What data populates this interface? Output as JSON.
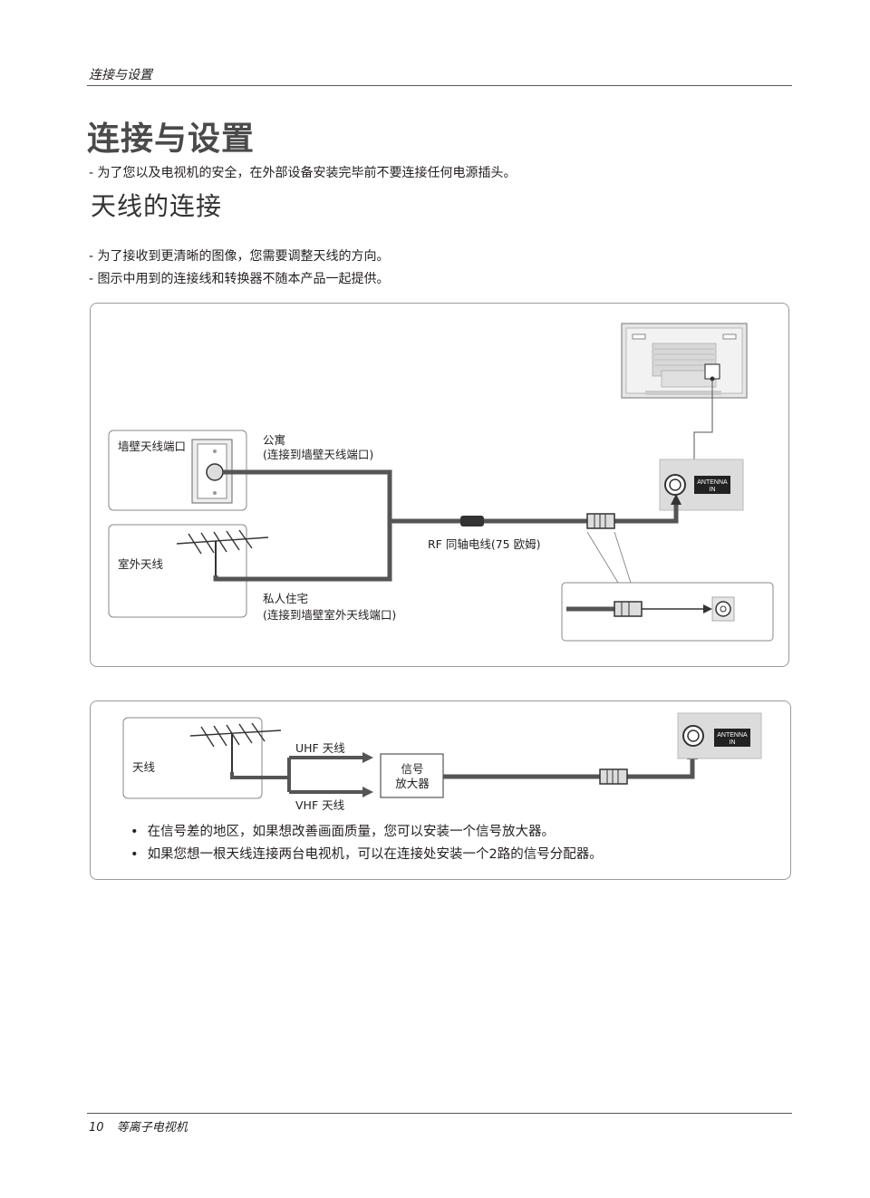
{
  "header": {
    "section_label": "连接与设置"
  },
  "title": "连接与设置",
  "safety_note": "‑ 为了您以及电视机的安全，在外部设备安装完毕前不要连接任何电源插头。",
  "subtitle": "天线的连接",
  "notes": [
    "‑ 为了接收到更清晰的图像，您需要调整天线的方向。",
    "‑ 图示中用到的连接线和转换器不随本产品一起提供。"
  ],
  "diagram1": {
    "wall_jack_label": "墙壁天线端口",
    "apartment_label": "公寓",
    "apartment_note": "(连接到墙壁天线端口)",
    "outdoor_antenna_label": "室外天线",
    "cable_label": "RF 同轴电线(75 欧姆)",
    "house_label": "私人住宅",
    "house_note": "(连接到墙壁室外天线端口)",
    "port_label_line1": "ANTENNA",
    "port_label_line2": "IN"
  },
  "diagram2": {
    "antenna_label": "天线",
    "uhf_label": "UHF 天线",
    "vhf_label": "VHF 天线",
    "amplifier_line1": "信号",
    "amplifier_line2": "放大器",
    "port_label_line1": "ANTENNA",
    "port_label_line2": "IN",
    "bullets": [
      "在信号差的地区，如果想改善画面质量，您可以安装一个信号放大器。",
      "如果您想一根天线连接两台电视机，可以在连接处安装一个2路的信号分配器。"
    ]
  },
  "footer": {
    "page_number": "10",
    "product_name": "等离子电视机"
  }
}
